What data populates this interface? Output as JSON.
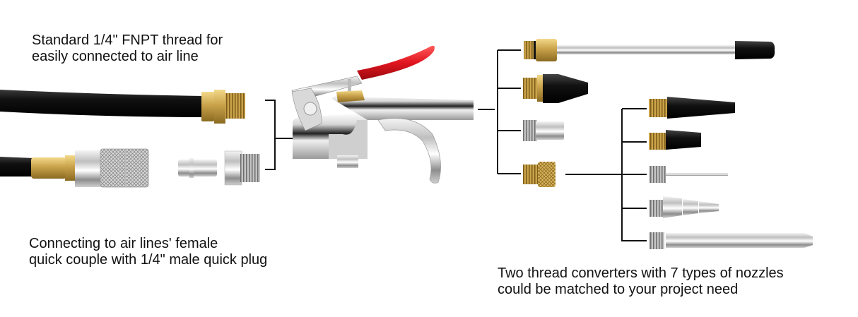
{
  "captions": {
    "fnpt": {
      "line1": "Standard 1/4\" FNPT thread for",
      "line2": "easily connected to air line"
    },
    "quick_plug": {
      "line1": "Connecting to air lines' female",
      "line2": "quick couple with 1/4\" male quick plug"
    },
    "nozzles": {
      "line1": "Two thread converters with 7 types of nozzles",
      "line2": "could be matched to your project need"
    }
  },
  "components": {
    "left": [
      "air-hose-with-brass-fnpt-fitting",
      "air-hose-with-female-quick-coupler",
      "male-quick-plug"
    ],
    "center": "air-blow-gun-red-trigger",
    "direct_attachments": [
      "long-extension-nozzle-rubber-tip",
      "rubber-tip-nozzle",
      "thread-converter-steel",
      "thread-converter-brass-knurled"
    ],
    "converter_nozzles": [
      "long-cone-rubber-nozzle",
      "short-cone-rubber-nozzle",
      "inflation-needle",
      "tapered-stepped-nozzle",
      "long-steel-nozzle"
    ]
  },
  "colors": {
    "hose": "#1a1a1a",
    "brass": "#c9a24a",
    "steel": "#c8c8c8",
    "trigger": "#e0141e",
    "line": "#111111"
  }
}
